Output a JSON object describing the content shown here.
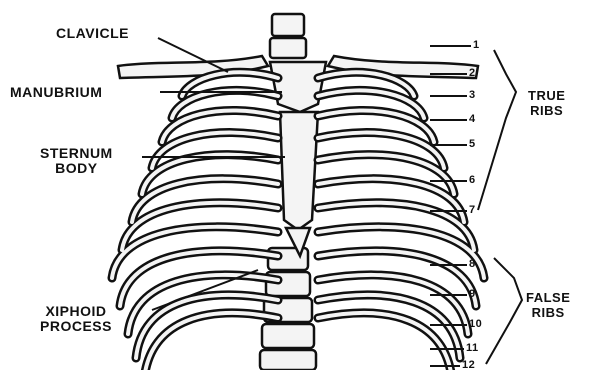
{
  "labels": {
    "clavicle": "CLAVICLE",
    "manubrium": "MANUBRIUM",
    "sternum_body_1": "STERNUM",
    "sternum_body_2": "BODY",
    "xiphoid_1": "XIPHOID",
    "xiphoid_2": "PROCESS"
  },
  "groups": {
    "true_ribs_1": "TRUE",
    "true_ribs_2": "RIBS",
    "false_ribs_1": "FALSE",
    "false_ribs_2": "RIBS"
  },
  "rib_numbers": [
    "1",
    "2",
    "3",
    "4",
    "5",
    "6",
    "7",
    "8",
    "9",
    "10",
    "11",
    "12"
  ],
  "colors": {
    "ink": "#111111",
    "paper": "#ffffff",
    "bone": "#f4f4f4"
  }
}
